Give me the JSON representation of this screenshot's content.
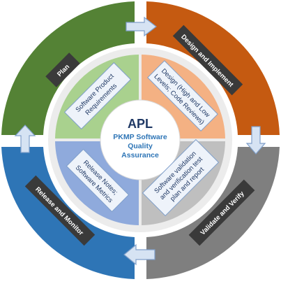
{
  "hub": {
    "title": "APL",
    "line1": "PKMP Software",
    "line2": "Quality",
    "line3": "Assurance"
  },
  "phases": [
    {
      "label": "Plan",
      "color": "#548235"
    },
    {
      "label": "Design and Implement",
      "color": "#c55a11"
    },
    {
      "label": "Validate and Verify",
      "color": "#7f7f7f"
    },
    {
      "label": "Release and Monitor",
      "color": "#2e75b6"
    }
  ],
  "deliverables": [
    {
      "line1": "Software Product",
      "line2": "Requirements",
      "color": "#a9d18e"
    },
    {
      "line1": "Design (High and Low",
      "line2": "Levels; Code Reviews)",
      "color": "#f4b183"
    },
    {
      "line1": "Software validation",
      "line2": "and verification test",
      "line3": "plan and report",
      "color": "#bfbfbf"
    },
    {
      "line1": "Release Notes;",
      "line2": "Software Metrics",
      "color": "#8faadc"
    }
  ],
  "colors": {
    "background": "#ffffff",
    "label_box": "#3a3a3a",
    "arrow_fill": "#d6e3f3",
    "arrow_stroke": "#7f9fca",
    "card_fill": "#eef3fa",
    "card_stroke": "#7f9fca",
    "inner_ring": "#ececec",
    "hub_fill": "#ffffff"
  }
}
